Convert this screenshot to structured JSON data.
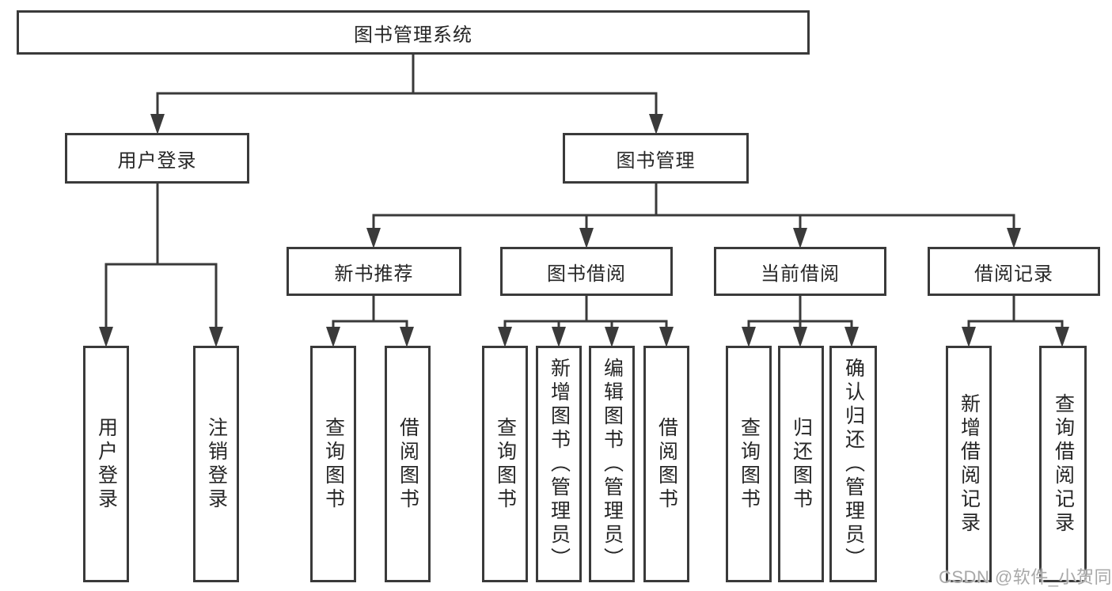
{
  "root": {
    "label": "图书管理系统"
  },
  "branches": [
    {
      "label": "用户登录",
      "leaves": [
        "用户登录",
        "注销登录"
      ]
    },
    {
      "label": "图书管理"
    }
  ],
  "subbranches": [
    {
      "label": "新书推荐",
      "leaves": [
        "查询图书",
        "借阅图书"
      ]
    },
    {
      "label": "图书借阅",
      "leaves": [
        "查询图书",
        "新增图书（管理员）",
        "编辑图书（管理员）",
        "借阅图书"
      ]
    },
    {
      "label": "当前借阅",
      "leaves": [
        "查询图书",
        "归还图书",
        "确认归还（管理员）"
      ]
    },
    {
      "label": "借阅记录",
      "leaves": [
        "新增借阅记录",
        "查询借阅记录"
      ]
    }
  ],
  "watermark": {
    "text": "CSDN @软件_小贺同学",
    "color": "#a8a8a8"
  },
  "colors": {
    "line": "#3a3a3a",
    "text": "#262626",
    "box_fill": "#ffffff",
    "background": "#ffffff"
  }
}
